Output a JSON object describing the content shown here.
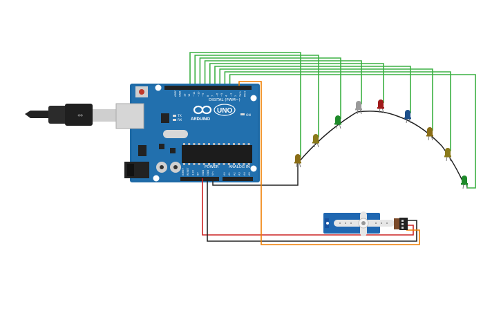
{
  "board": {
    "name": "ARDUINO",
    "model": "UNO",
    "header_digital": "DIGITAL (PWM~)",
    "header_power": "POWER",
    "header_analog": "ANALOG IN",
    "led_on": "ON",
    "led_tx": "TX",
    "led_rx": "RX",
    "pins_digital": [
      "AREF",
      "GND",
      "13",
      "12",
      "~11",
      "~10",
      "~9",
      "8",
      "7",
      "~6",
      "~5",
      "4",
      "~3",
      "2",
      "TX 1",
      "RX 0"
    ],
    "pins_power": [
      "IOREF",
      "RESET",
      "3.3V",
      "5V",
      "GND",
      "GND",
      "Vin"
    ],
    "pins_analog": [
      "A0",
      "A1",
      "A2",
      "A3",
      "A4",
      "A5"
    ]
  },
  "leds": [
    {
      "color": "#8a6d16"
    },
    {
      "color": "#8a7a1a"
    },
    {
      "color": "#1e8a2a"
    },
    {
      "color": "#9a9a9a"
    },
    {
      "color": "#a01a1a"
    },
    {
      "color": "#1c4f8a"
    },
    {
      "color": "#8a6d16"
    },
    {
      "color": "#8a7a1a"
    },
    {
      "color": "#1e8a2a"
    }
  ],
  "wire_colors": {
    "signal": "#3cb043",
    "ground": "#222222",
    "power": "#cc2222",
    "servo_signal": "#ef7d00",
    "usb": "#333333"
  }
}
